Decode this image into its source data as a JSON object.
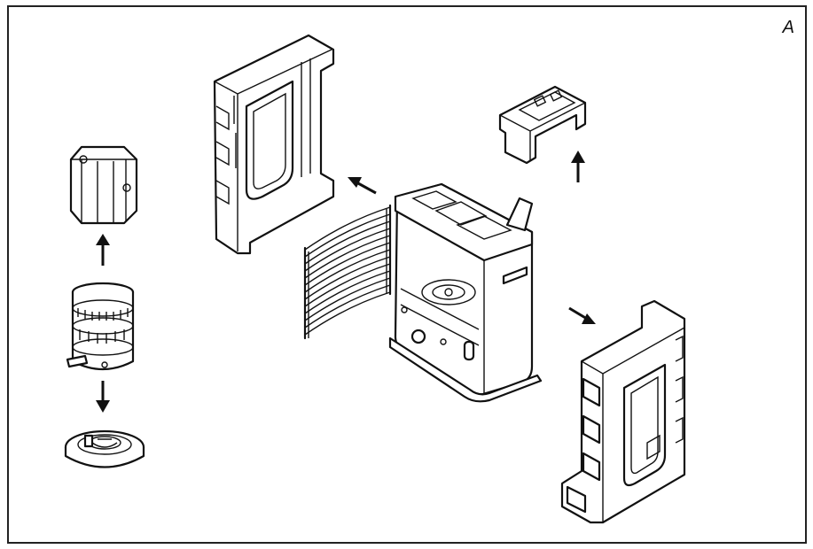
{
  "figure": {
    "label": "A"
  },
  "colors": {
    "line": "#111111",
    "background": "#ffffff"
  },
  "parts": [
    "burner-sleeve",
    "burner-assembly",
    "burner-base",
    "left-side-panel",
    "heater-body",
    "top-handle",
    "right-side-panel",
    "front-grille"
  ]
}
